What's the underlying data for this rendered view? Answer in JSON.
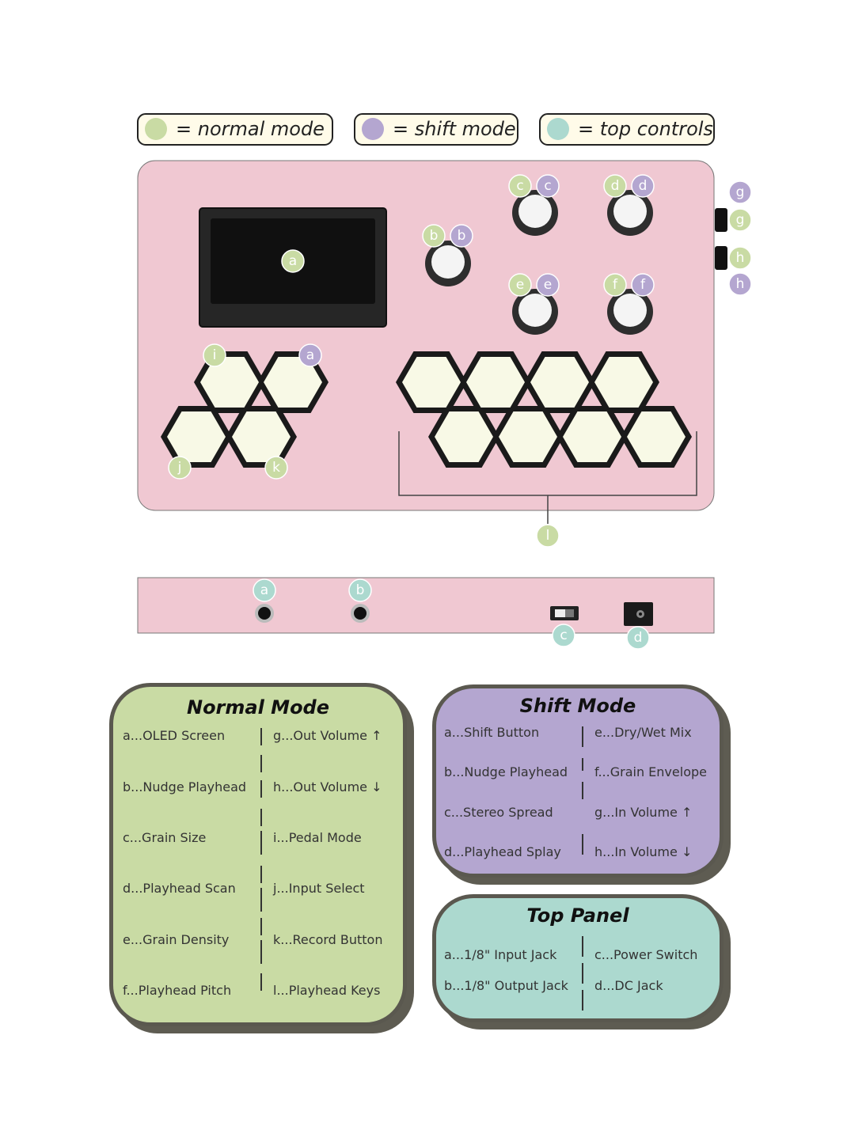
{
  "legend": {
    "normal": "= normal mode",
    "shift": "= shift mode",
    "top": "= top controls"
  },
  "colors": {
    "normal": "#c9dba4",
    "shift": "#b4a6d0",
    "top": "#acd9cf",
    "device": "#f0c8d2",
    "key": "#f8f9e6"
  },
  "badges": {
    "screen": "a",
    "knob_b_normal": "b",
    "knob_b_shift": "b",
    "knob_c_normal": "c",
    "knob_c_shift": "c",
    "knob_d_normal": "d",
    "knob_d_shift": "d",
    "knob_e_normal": "e",
    "knob_e_shift": "e",
    "knob_f_normal": "f",
    "knob_f_shift": "f",
    "side_g_shift": "g",
    "side_g_normal": "g",
    "side_h_normal": "h",
    "side_h_shift": "h",
    "key_i": "i",
    "key_shift_a": "a",
    "key_j": "j",
    "key_k": "k",
    "keys_l": "l",
    "top_a": "a",
    "top_b": "b",
    "top_c": "c",
    "top_d": "d"
  },
  "normal_mode": {
    "title": "Normal Mode",
    "left": [
      "a...OLED Screen",
      "b...Nudge Playhead",
      "c...Grain Size",
      "d...Playhead Scan",
      "e...Grain Density",
      "f...Playhead Pitch"
    ],
    "right": [
      "g...Out Volume ↑",
      "h...Out Volume ↓",
      "i...Pedal Mode",
      "j...Input Select",
      "k...Record Button",
      "l...Playhead Keys"
    ]
  },
  "shift_mode": {
    "title": "Shift Mode",
    "left": [
      "a...Shift Button",
      "b...Nudge Playhead",
      "c...Stereo Spread",
      "d...Playhead Splay"
    ],
    "right": [
      "e...Dry/Wet Mix",
      "f...Grain Envelope",
      "g...In Volume ↑",
      "h...In Volume ↓"
    ]
  },
  "top_panel": {
    "title": "Top Panel",
    "left": [
      "a...1/8\" Input Jack",
      "b...1/8\" Output Jack"
    ],
    "right": [
      "c...Power Switch",
      "d...DC Jack"
    ]
  }
}
